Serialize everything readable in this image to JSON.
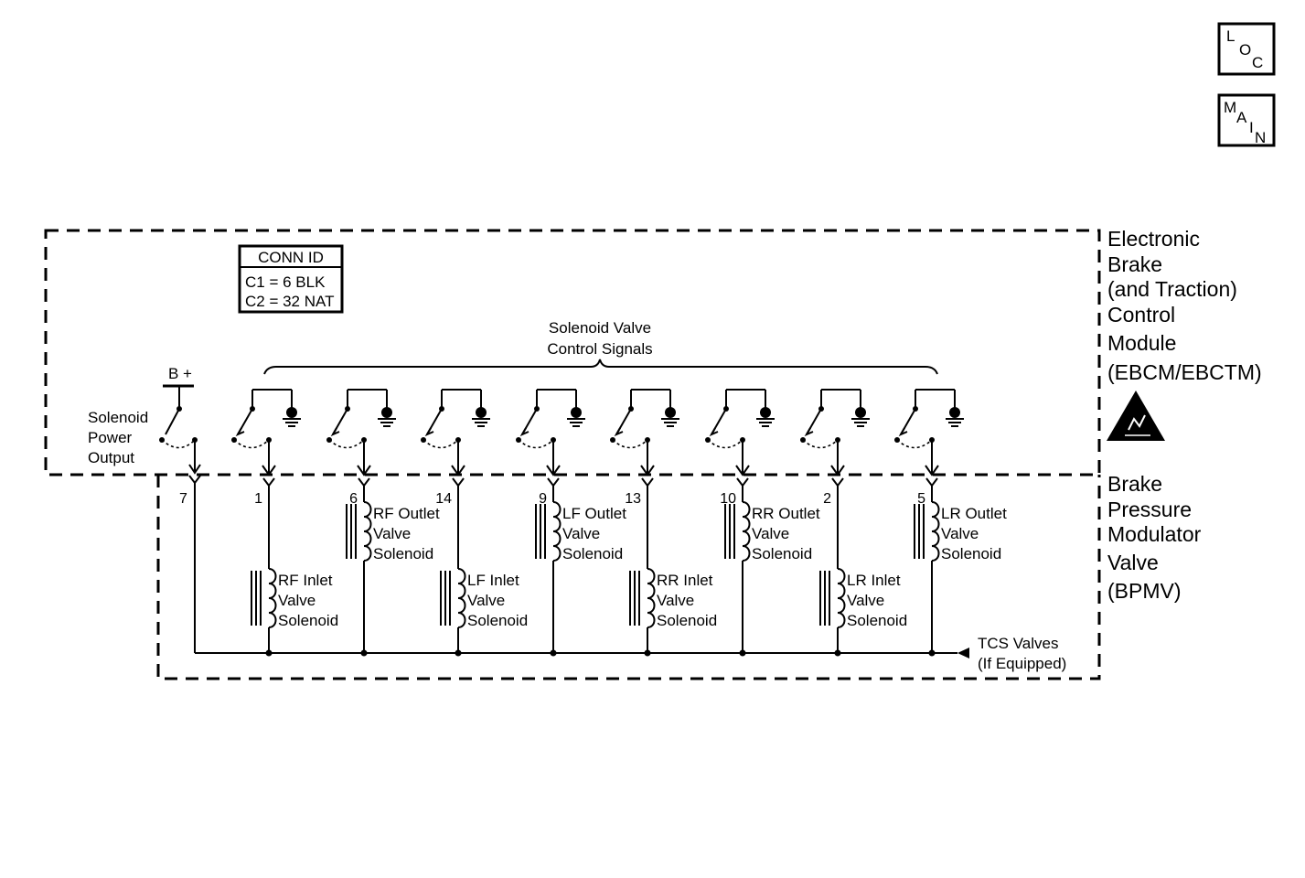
{
  "nav": {
    "loc": [
      "L",
      "O",
      "C"
    ],
    "main": [
      "M",
      "A",
      "I",
      "N"
    ]
  },
  "conn_id": {
    "title": "CONN ID",
    "rows": [
      "C1 = 6 BLK",
      "C2 = 32 NAT"
    ]
  },
  "modules": {
    "ebcm": [
      "Electronic",
      "Brake",
      "(and Traction)",
      "Control",
      "Module",
      "(EBCM/EBCTM)"
    ],
    "bpmv": [
      "Brake",
      "Pressure",
      "Modulator",
      "Valve",
      "(BPMV)"
    ]
  },
  "signals_label": [
    "Solenoid Valve",
    "Control Signals"
  ],
  "power": {
    "supply": "B +",
    "label": [
      "Solenoid",
      "Power",
      "Output"
    ],
    "pin": "7"
  },
  "channels": [
    {
      "pin": "1",
      "valve": [
        "RF Inlet",
        "Valve",
        "Solenoid"
      ],
      "position": "low"
    },
    {
      "pin": "6",
      "valve": [
        "RF Outlet",
        "Valve",
        "Solenoid"
      ],
      "position": "high"
    },
    {
      "pin": "14",
      "valve": [
        "LF Inlet",
        "Valve",
        "Solenoid"
      ],
      "position": "low"
    },
    {
      "pin": "9",
      "valve": [
        "LF Outlet",
        "Valve",
        "Solenoid"
      ],
      "position": "high"
    },
    {
      "pin": "13",
      "valve": [
        "RR Inlet",
        "Valve",
        "Solenoid"
      ],
      "position": "low"
    },
    {
      "pin": "10",
      "valve": [
        "RR Outlet",
        "Valve",
        "Solenoid"
      ],
      "position": "high"
    },
    {
      "pin": "2",
      "valve": [
        "LR Inlet",
        "Valve",
        "Solenoid"
      ],
      "position": "low"
    },
    {
      "pin": "5",
      "valve": [
        "LR Outlet",
        "Valve",
        "Solenoid"
      ],
      "position": "high"
    }
  ],
  "tcs": [
    "TCS Valves",
    "(If Equipped)"
  ],
  "icons": {
    "esd": "esd-sensitive-icon",
    "ground": "ground-icon",
    "switch": "switch-icon",
    "coil": "solenoid-coil-icon"
  }
}
